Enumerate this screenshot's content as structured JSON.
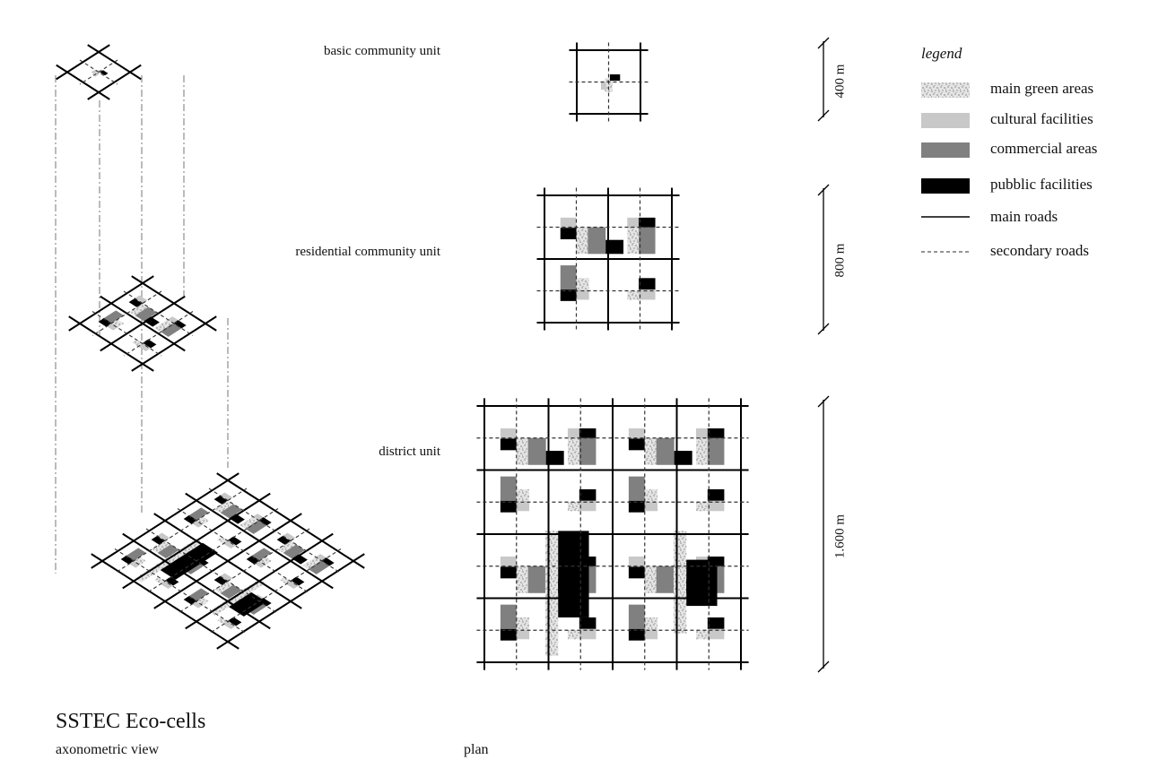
{
  "labels": {
    "title": "SSTEC Eco-cells",
    "axonometric": "axonometric view",
    "plan": "plan",
    "basic_unit": "basic community unit",
    "residential_unit": "residential community unit",
    "district_unit": "district unit"
  },
  "dimensions": {
    "basic": "400 m",
    "residential": "800 m",
    "district": "1.600 m"
  },
  "legend": {
    "title": "legend",
    "items": [
      {
        "label": "main green areas",
        "kind": "green",
        "color": "#d6d6d6"
      },
      {
        "label": "cultural facilities",
        "kind": "cultural",
        "color": "#c8c8c8"
      },
      {
        "label": "commercial areas",
        "kind": "commercial",
        "color": "#808080"
      },
      {
        "label": "pubblic facilities",
        "kind": "public",
        "color": "#000000"
      },
      {
        "label": "main roads",
        "kind": "main-road",
        "color": "#000000"
      },
      {
        "label": "secondary roads",
        "kind": "secondary-road",
        "color": "#555555"
      }
    ]
  }
}
